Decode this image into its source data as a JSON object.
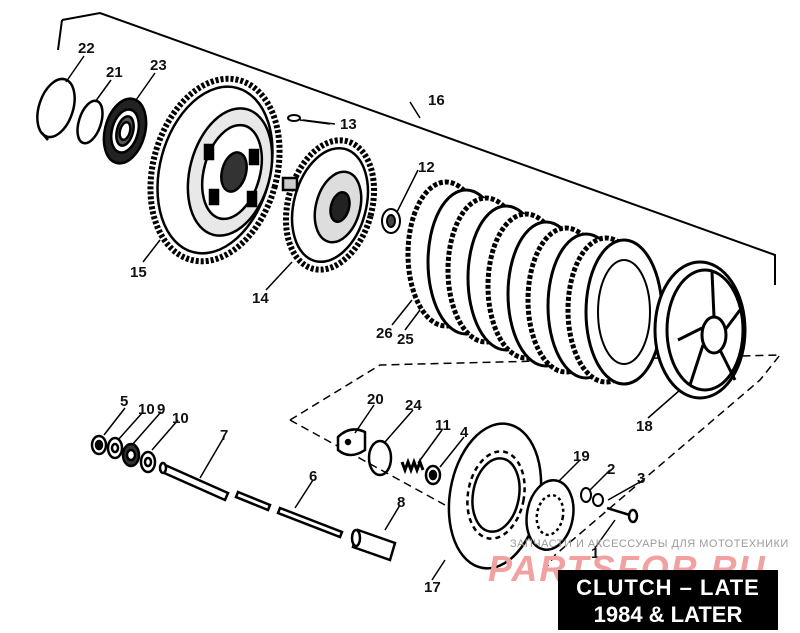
{
  "diagram": {
    "callouts": [
      {
        "id": "c22",
        "text": "22"
      },
      {
        "id": "c21",
        "text": "21"
      },
      {
        "id": "c23",
        "text": "23"
      },
      {
        "id": "c16",
        "text": "16"
      },
      {
        "id": "c13",
        "text": "13"
      },
      {
        "id": "c12",
        "text": "12"
      },
      {
        "id": "c15",
        "text": "15"
      },
      {
        "id": "c14",
        "text": "14"
      },
      {
        "id": "c26",
        "text": "26"
      },
      {
        "id": "c25",
        "text": "25"
      },
      {
        "id": "c18",
        "text": "18"
      },
      {
        "id": "c5",
        "text": "5"
      },
      {
        "id": "c10a",
        "text": "10"
      },
      {
        "id": "c9",
        "text": "9"
      },
      {
        "id": "c10b",
        "text": "10"
      },
      {
        "id": "c7",
        "text": "7"
      },
      {
        "id": "c20",
        "text": "20"
      },
      {
        "id": "c24",
        "text": "24"
      },
      {
        "id": "c11",
        "text": "11"
      },
      {
        "id": "c4",
        "text": "4"
      },
      {
        "id": "c6",
        "text": "6"
      },
      {
        "id": "c8",
        "text": "8"
      },
      {
        "id": "c19",
        "text": "19"
      },
      {
        "id": "c2",
        "text": "2"
      },
      {
        "id": "c3",
        "text": "3"
      },
      {
        "id": "c1",
        "text": "1"
      },
      {
        "id": "c17",
        "text": "17"
      }
    ]
  },
  "title": {
    "line1": "CLUTCH – LATE",
    "line2": "1984 & LATER"
  },
  "watermark": {
    "text": "ЗАПЧАСТИ И АКСЕССУАРЫ ДЛЯ МОТОТЕХНИКИ",
    "logo": "PARTSFOR.RU"
  }
}
